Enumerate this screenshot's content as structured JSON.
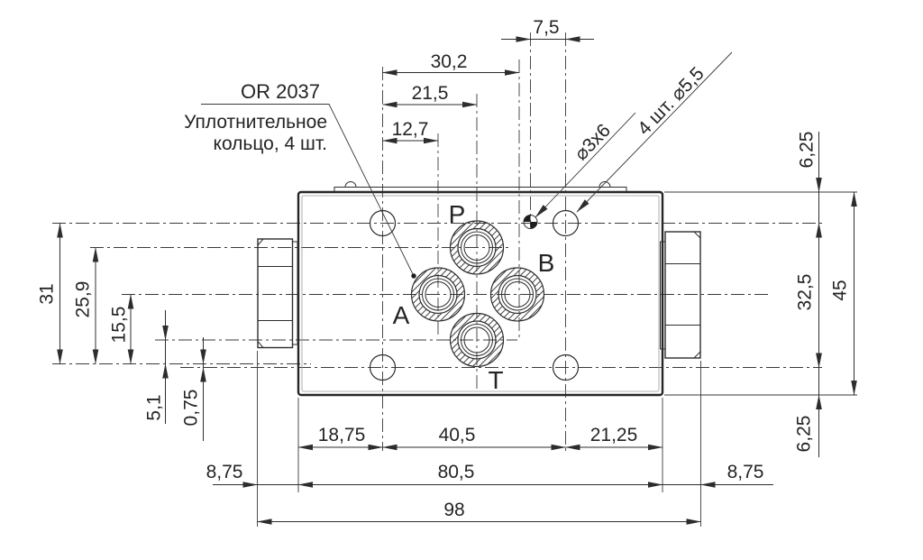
{
  "callouts": {
    "oring_code": "OR 2037",
    "oring_desc_line1": "Уплотнительное",
    "oring_desc_line2": "кольцо, 4 шт.",
    "pin_hole_label": "⌀3x6",
    "bolt_holes_label": "4 шт. ⌀5,5"
  },
  "ports": {
    "p": "P",
    "a": "A",
    "b": "B",
    "t": "T"
  },
  "dimensions": {
    "top": {
      "offset_7_5": "7,5",
      "b_30_2": "30,2",
      "p_21_5": "21,5",
      "a_12_7": "12,7"
    },
    "left": {
      "h_31": "31",
      "p_25_9": "25,9",
      "ab_15_5": "15,5",
      "t_5_1": "5,1",
      "off_0_75": "0,75"
    },
    "right": {
      "top_6_25": "6,25",
      "holes_32_5": "32,5",
      "height_45": "45",
      "bottom_6_25": "6,25"
    },
    "bottom": {
      "left_18_75": "18,75",
      "mid_40_5": "40,5",
      "right_21_25": "21,25",
      "nut_left_8_75": "8,75",
      "width_80_5": "80,5",
      "nut_right_8_75": "8,75",
      "total_98": "98"
    }
  }
}
